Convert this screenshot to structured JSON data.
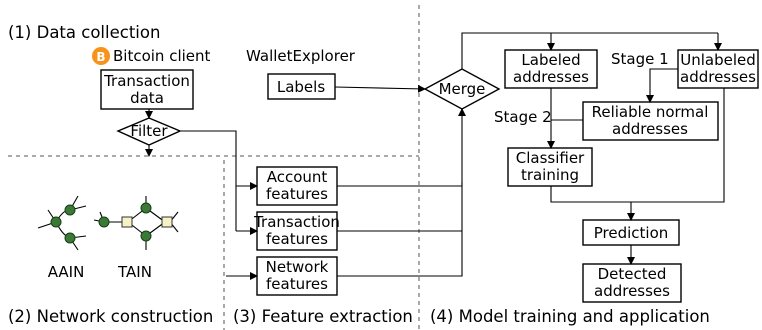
{
  "sections": {
    "s1": "(1) Data collection",
    "s2": "(2) Network construction",
    "s3": "(3) Feature extraction",
    "s4": "(4) Model training and application"
  },
  "sources": {
    "bitcoin_client": "Bitcoin client",
    "wallet_explorer": "WalletExplorer",
    "bitcoin_icon_glyph": "B",
    "bitcoin_icon_color": "#f7931a"
  },
  "boxes": {
    "transaction_data": [
      "Transaction",
      "data"
    ],
    "filter": "Filter",
    "labels": "Labels",
    "merge": "Merge",
    "account_features": [
      "Account",
      "features"
    ],
    "transaction_features": [
      "Transaction",
      "features"
    ],
    "network_features": [
      "Network",
      "features"
    ],
    "labeled_addresses": [
      "Labeled",
      "addresses"
    ],
    "unlabeled_addresses": [
      "Unlabeled",
      "addresses"
    ],
    "reliable_normal": [
      "Reliable normal",
      "addresses"
    ],
    "classifier_training": [
      "Classifier",
      "training"
    ],
    "prediction": "Prediction",
    "detected_addresses": [
      "Detected",
      "addresses"
    ]
  },
  "stages": {
    "stage1": "Stage 1",
    "stage2": "Stage 2"
  },
  "networks": {
    "aain": "AAIN",
    "tain": "TAIN"
  },
  "colors": {
    "node": "#3b7a36",
    "tx_node": "#f7f2c6"
  }
}
